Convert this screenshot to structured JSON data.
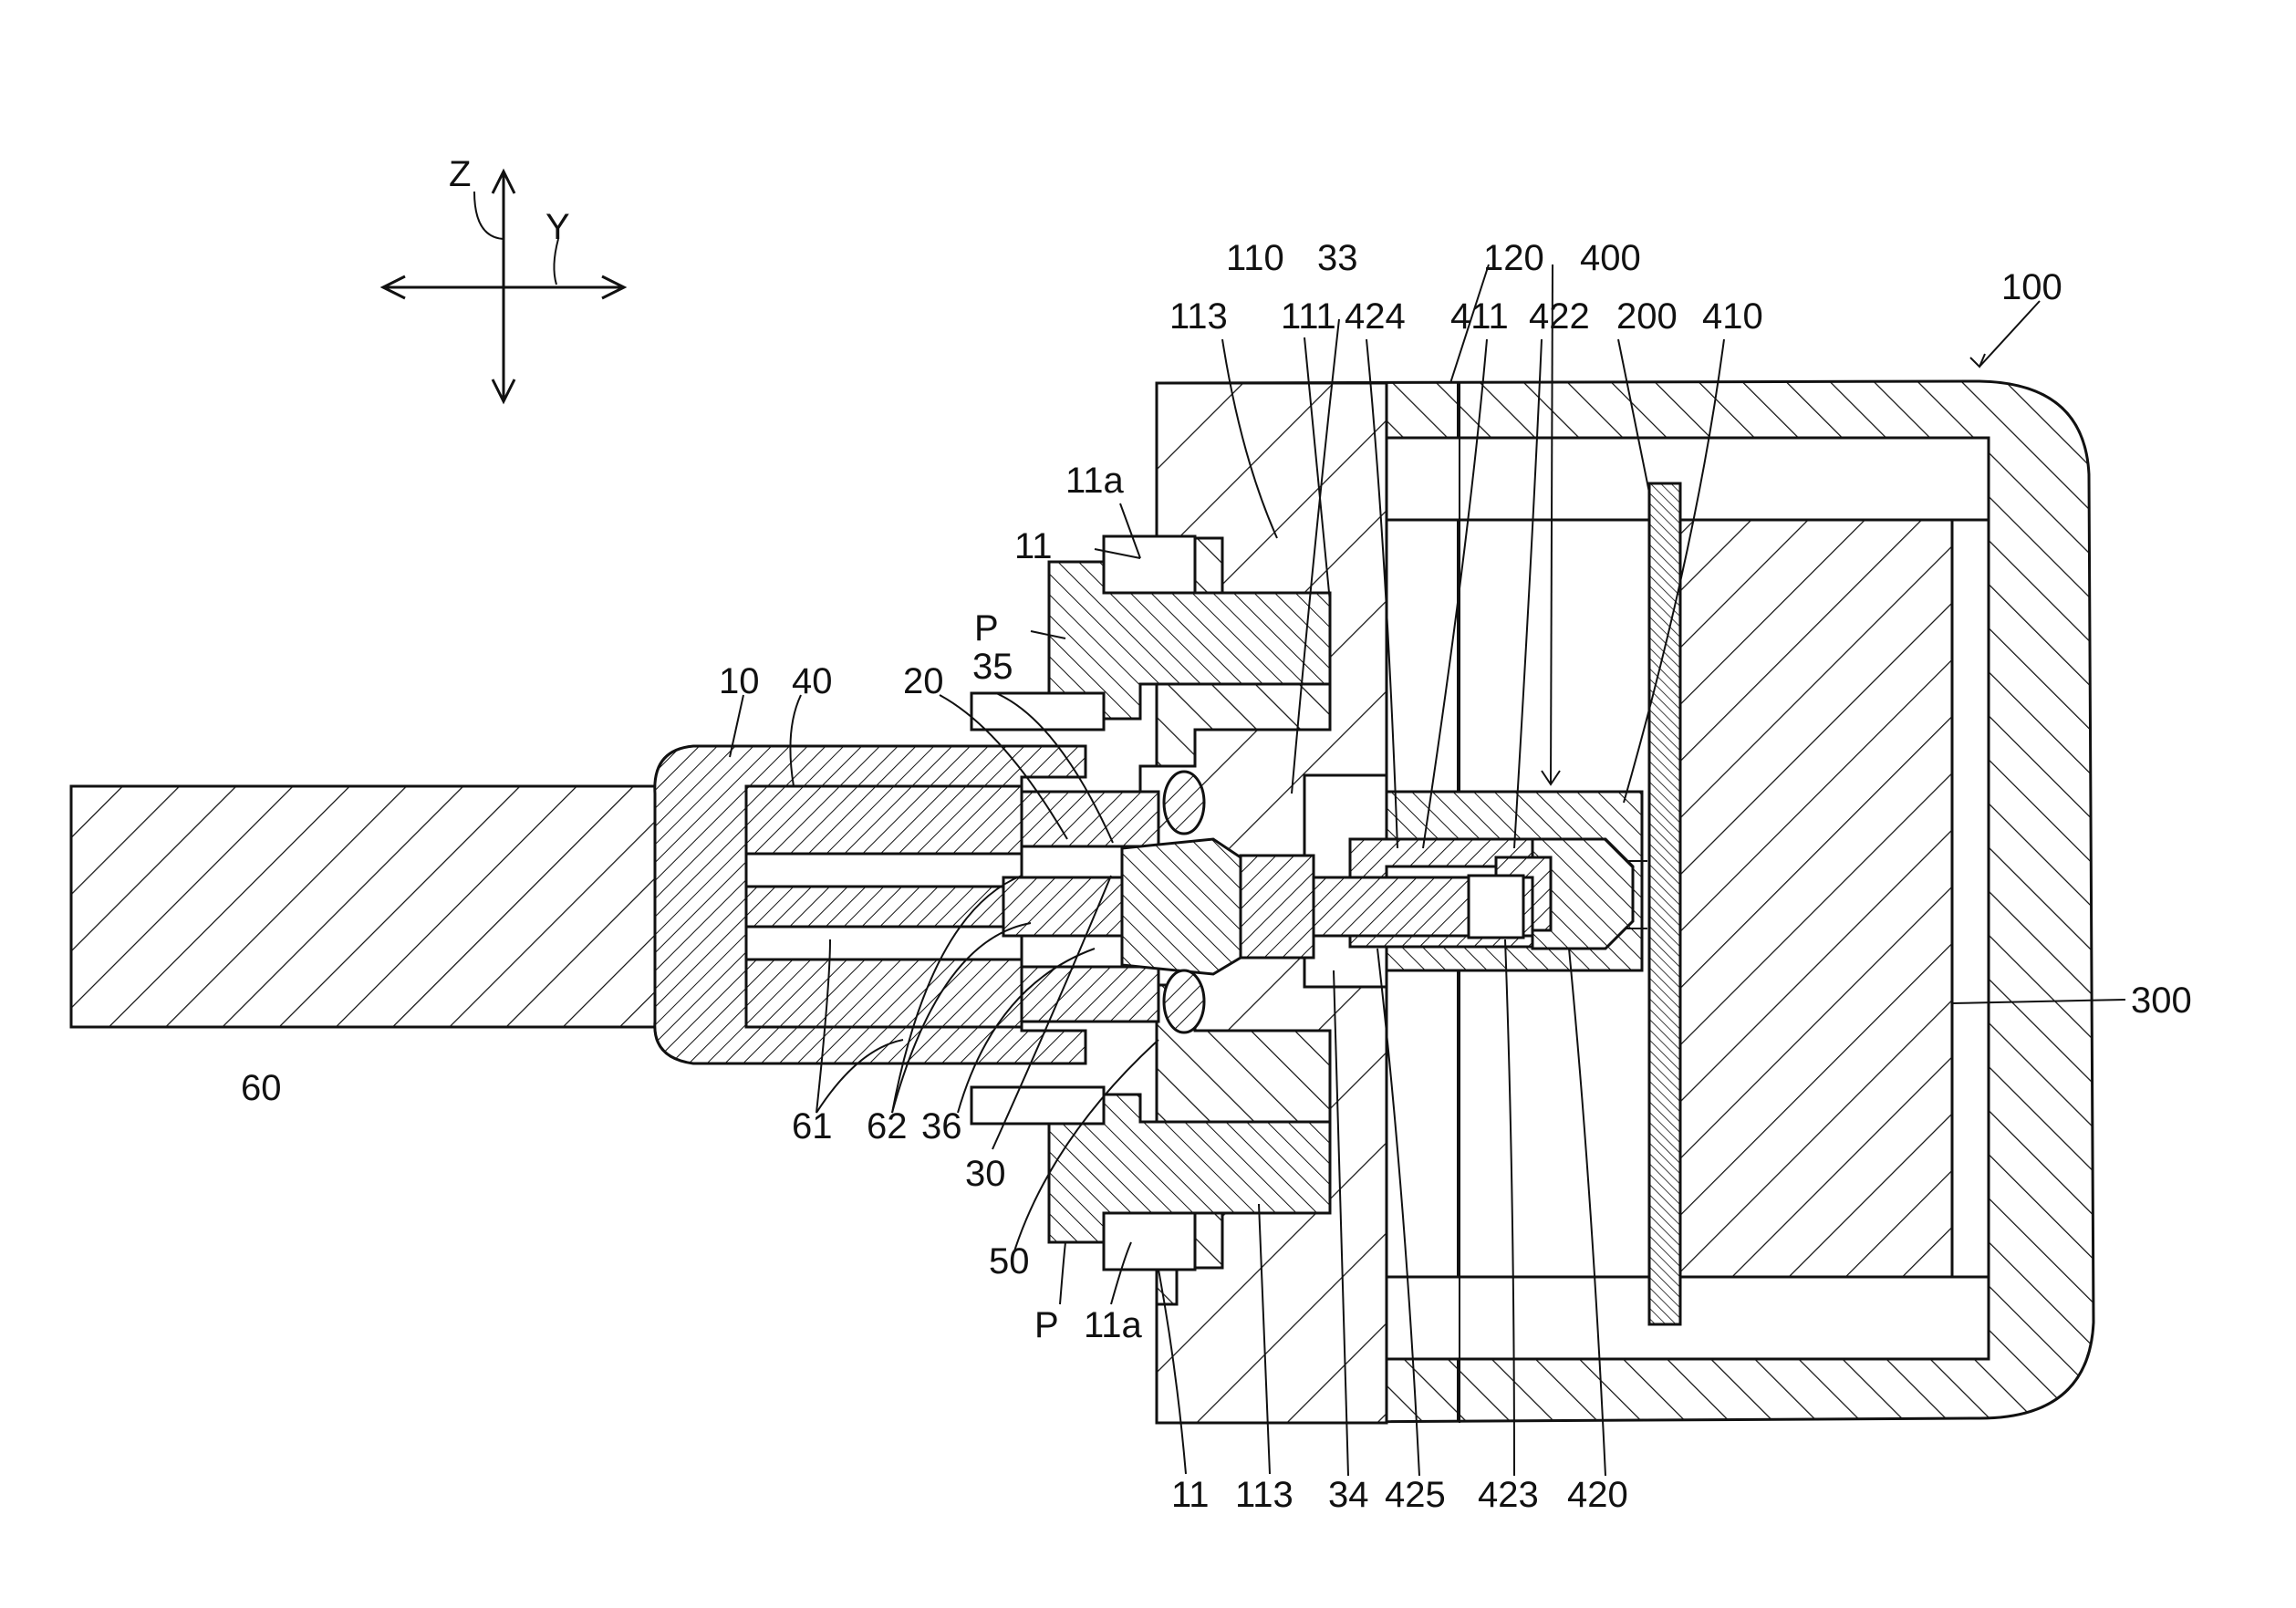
{
  "axes": {
    "vertical": "Z",
    "horizontal": "Y"
  },
  "labels": {
    "l100": "100",
    "l110": "110",
    "l33": "33",
    "l120": "120",
    "l400": "400",
    "l113t": "113",
    "l111": "111",
    "l424": "424",
    "l411": "411",
    "l422": "422",
    "l200": "200",
    "l410": "410",
    "l11at": "11a",
    "l11t": "11",
    "lPt": "P",
    "l10": "10",
    "l40": "40",
    "l20": "20",
    "l35": "35",
    "l60": "60",
    "l61": "61",
    "l62": "62",
    "l36": "36",
    "l30": "30",
    "l50": "50",
    "lPb": "P",
    "l11ab": "11a",
    "l300": "300",
    "l11b": "11",
    "l113b": "113",
    "l34": "34",
    "l425": "425",
    "l423": "423",
    "l420": "420"
  },
  "colors": {
    "ink": "#111111",
    "paper": "#ffffff"
  }
}
